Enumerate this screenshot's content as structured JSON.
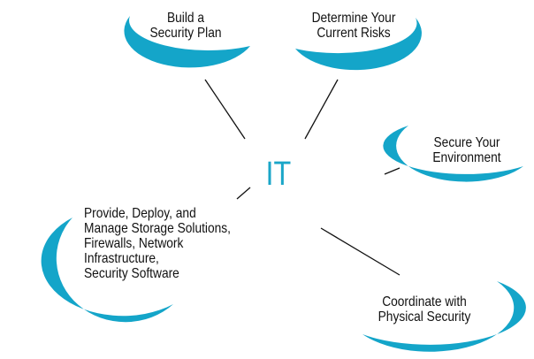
{
  "center": {
    "label": "IT"
  },
  "nodes": [
    {
      "line1": "Build a",
      "line2": "Security Plan"
    },
    {
      "line1": "Determine Your",
      "line2": "Current Risks"
    },
    {
      "line1": "Secure Your",
      "line2": "Environment"
    },
    {
      "lines": [
        "Provide, Deploy, and",
        "Manage Storage Solutions,",
        "Firewalls, Network",
        "Infrastructure,",
        "Security Software"
      ]
    },
    {
      "line1": "Coordinate with",
      "line2": "Physical Security"
    }
  ],
  "colors": {
    "accent": "#14a5c9",
    "line": "#111111"
  }
}
